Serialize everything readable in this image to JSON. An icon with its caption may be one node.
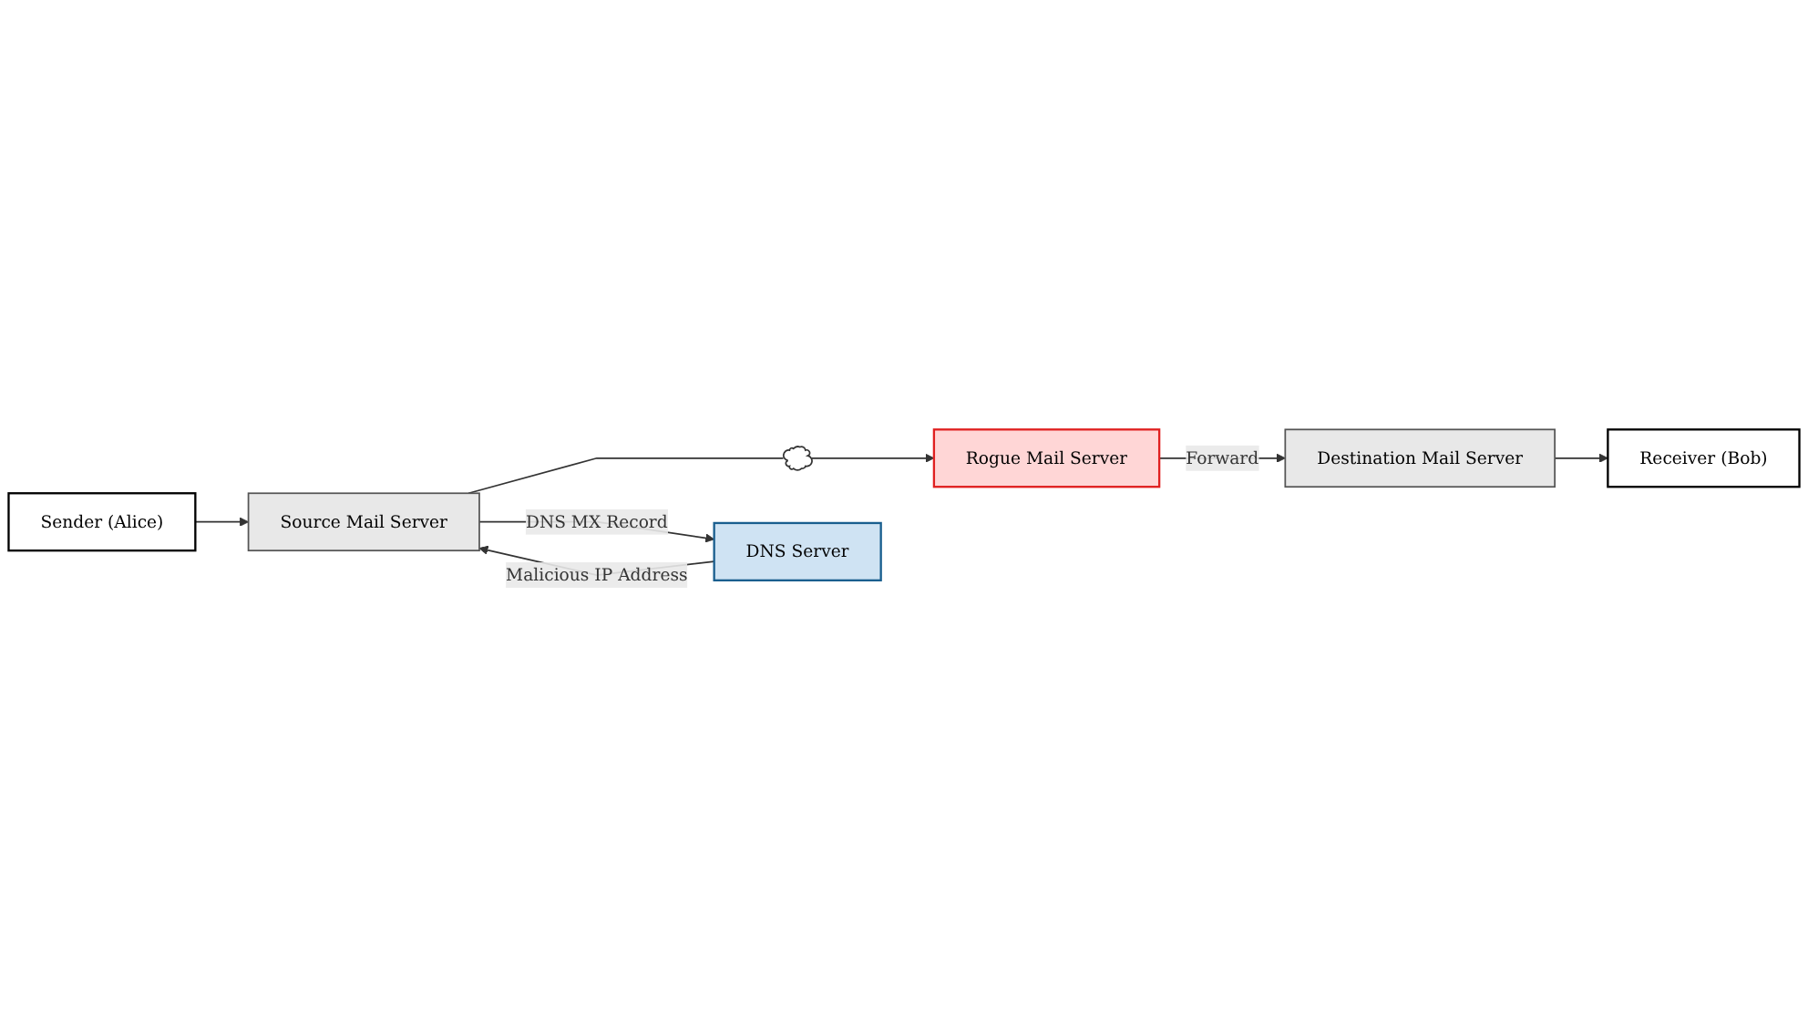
{
  "diagram": {
    "nodes": [
      {
        "text": [
          "Sender (Alice)"
        ]
      },
      {
        "text": [
          "Source Mail Server"
        ]
      },
      {
        "text": [],
        "shape": "cloud"
      },
      {
        "text": [
          "Rogue Mail Server"
        ]
      },
      {
        "text": [
          "DNS Server"
        ]
      },
      {
        "text": [
          "Destination Mail Server"
        ]
      },
      {
        "text": [
          "Receiver (Bob)"
        ]
      }
    ],
    "edges": [
      {
        "from": 0,
        "to": 1,
        "arrow": "to"
      },
      {
        "from": 1,
        "to": 2,
        "arrow": "none"
      },
      {
        "from": 2,
        "to": 3,
        "arrow": "to"
      },
      {
        "from": 1,
        "to": 4,
        "arrow": "to",
        "label": "DNS MX Record"
      },
      {
        "from": 4,
        "to": 1,
        "arrow": "to",
        "label": "Malicious IP Address"
      },
      {
        "from": 3,
        "to": 5,
        "arrow": "to",
        "label": "Forward"
      },
      {
        "from": 5,
        "to": 6,
        "arrow": "to"
      }
    ]
  }
}
